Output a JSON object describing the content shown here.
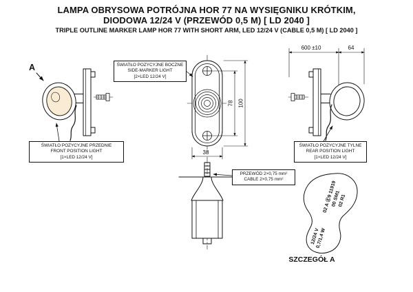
{
  "title": {
    "pl_line1": "LAMPA OBRYSOWA POTRÓJNA HOR 77 NA WYSIĘGNIKU KRÓTKIM,",
    "pl_line2": "DIODOWA 12/24 V (PRZEWÓD 0,5 M) [ LD 2040 ]",
    "en_line": "TRIPLE OUTLINE MARKER LAMP HOR 77 WITH SHORT ARM, LED 12/24 V (CABLE 0,5 M) [ LD 2040 ]"
  },
  "view_marker": {
    "label": "A"
  },
  "labels": {
    "side_marker": {
      "l1": "ŚWIATŁO POZYCYJNE BOCZNE",
      "l2": "SIDE-MARKER LIGHT",
      "l3": "[2×LED 12/24 V]"
    },
    "front": {
      "l1": "ŚWIATŁO POZYCYJNE PRZEDNIE",
      "l2": "FRONT POSITION LIGHT",
      "l3": "[1×LED 12/24 V]"
    },
    "rear": {
      "l1": "ŚWIATŁO POZYCYJNE TYLNE",
      "l2": "REAR POSITION LIGHT",
      "l3": "[1×LED 12/24 V]"
    },
    "cable": {
      "l1": "PRZEWÓD 2×0,75 mm²",
      "l2": "CABLE 2×0,75 mm²"
    }
  },
  "dimensions": {
    "overall_length": "600 ±10",
    "arm_length": "64",
    "hole_spacing": "78",
    "body_height": "100",
    "body_width": "38"
  },
  "detail": {
    "caption": "SZCZEGÓŁ A",
    "marking_line1": "02 A Ⓔ9 11919",
    "marking_line2": "00 SM1",
    "marking_line3": "02 R1",
    "rating_line1": "12/24 V",
    "rating_line2": "0,7/1,4 W"
  },
  "colors": {
    "line": "#1a1a1a",
    "amber": "#e8a33d"
  }
}
